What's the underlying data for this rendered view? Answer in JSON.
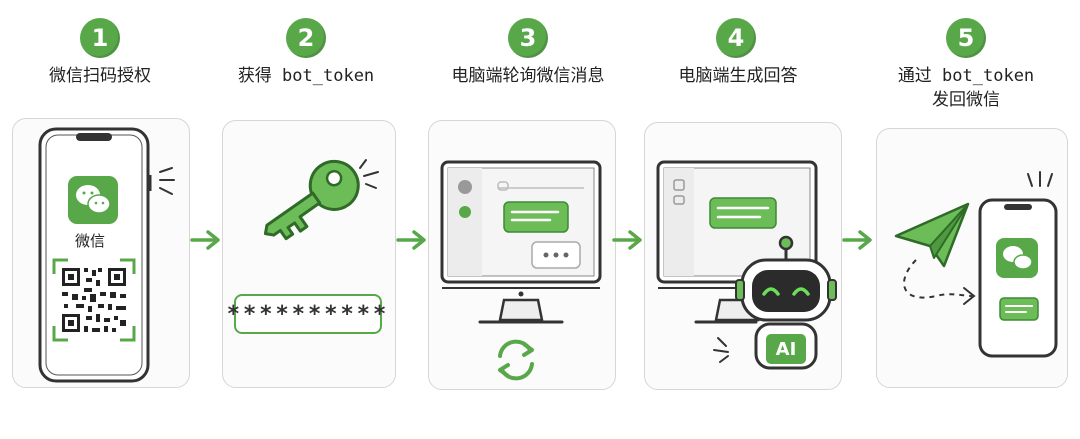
{
  "steps": [
    {
      "number": "1",
      "title": "微信扫码授权"
    },
    {
      "number": "2",
      "title": "获得 bot_token"
    },
    {
      "number": "3",
      "title": "电脑端轮询微信消息"
    },
    {
      "number": "4",
      "title": "电脑端生成回答"
    },
    {
      "number": "5",
      "title": "通过 bot_token\n发回微信"
    }
  ],
  "wechat_label": "微信",
  "token_mask": "**********",
  "ai_label": "AI",
  "colors": {
    "accent": "#58a84a",
    "accent_dark": "#3f8a35",
    "outline": "#333333",
    "panel_border": "#d6d6d6"
  }
}
